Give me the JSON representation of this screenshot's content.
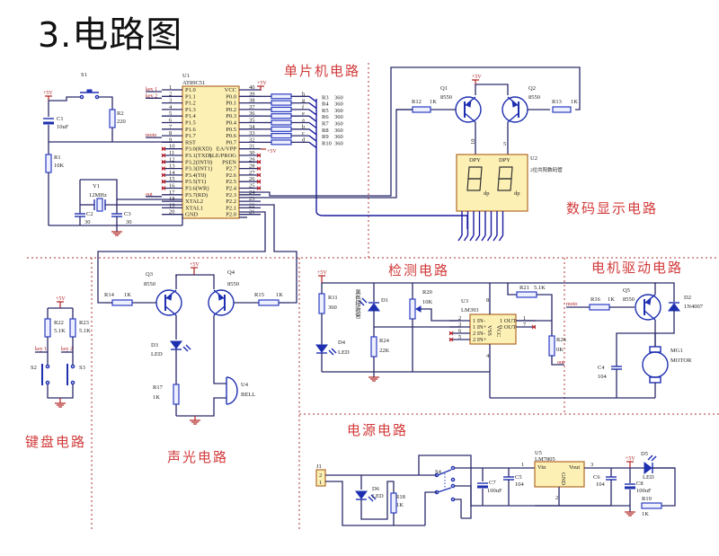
{
  "heading": {
    "number": "3.",
    "title": "电路图"
  },
  "sections": {
    "mcu": "单片机电路",
    "display": "数码显示电路",
    "keyboard": "键盘电路",
    "sound_light": "声光电路",
    "detect": "检测电路",
    "motor": "电机驱动电路",
    "power": "电源电路"
  },
  "colors": {
    "section_label": "#d23a3a",
    "component": "#1e2fb0",
    "chip_fill": "#fdf0b4",
    "boundary": "#b03030"
  },
  "mcu": {
    "ref": "U1",
    "part": "AT89C51",
    "left_pins": [
      {
        "num": "1",
        "name": "P1.0",
        "net": "key 1"
      },
      {
        "num": "2",
        "name": "P1.1",
        "net": "key 2"
      },
      {
        "num": "3",
        "name": "P1.2",
        "net": ""
      },
      {
        "num": "4",
        "name": "P1.3",
        "net": ""
      },
      {
        "num": "5",
        "name": "P1.4",
        "net": ""
      },
      {
        "num": "6",
        "name": "P1.5",
        "net": ""
      },
      {
        "num": "7",
        "name": "P1.6",
        "net": ""
      },
      {
        "num": "8",
        "name": "P1.7",
        "net": "moto"
      },
      {
        "num": "9",
        "name": "RST",
        "net": ""
      },
      {
        "num": "10",
        "name": "P3.0(RXD)",
        "net": ""
      },
      {
        "num": "11",
        "name": "P3.1(TXD)",
        "net": ""
      },
      {
        "num": "12",
        "name": "P3.2(INT0)",
        "net": ""
      },
      {
        "num": "13",
        "name": "P3.3(INT1)",
        "net": ""
      },
      {
        "num": "14",
        "name": "P3.4(T0)",
        "net": ""
      },
      {
        "num": "15",
        "name": "P3.5(T1)",
        "net": ""
      },
      {
        "num": "16",
        "name": "P3.6(WR)",
        "net": ""
      },
      {
        "num": "17",
        "name": "P3.7(RD)",
        "net": "out"
      },
      {
        "num": "18",
        "name": "XTAL2",
        "net": ""
      },
      {
        "num": "19",
        "name": "XTAL1",
        "net": ""
      },
      {
        "num": "20",
        "name": "GND",
        "net": ""
      }
    ],
    "right_pins": [
      {
        "num": "40",
        "name": "VCC"
      },
      {
        "num": "39",
        "name": "P0.0"
      },
      {
        "num": "38",
        "name": "P0.1"
      },
      {
        "num": "37",
        "name": "P0.2"
      },
      {
        "num": "36",
        "name": "P0.3"
      },
      {
        "num": "35",
        "name": "P0.4"
      },
      {
        "num": "34",
        "name": "P0.5"
      },
      {
        "num": "33",
        "name": "P0.6"
      },
      {
        "num": "32",
        "name": "P0.7"
      },
      {
        "num": "31",
        "name": "EA/VPP"
      },
      {
        "num": "30",
        "name": "ALE/PROG"
      },
      {
        "num": "29",
        "name": "PSEN"
      },
      {
        "num": "28",
        "name": "P2.7"
      },
      {
        "num": "27",
        "name": "P2.6"
      },
      {
        "num": "26",
        "name": "P2.5"
      },
      {
        "num": "25",
        "name": "P2.4"
      },
      {
        "num": "24",
        "name": "P2.3"
      },
      {
        "num": "23",
        "name": "P2.2"
      },
      {
        "num": "22",
        "name": "P2.1"
      },
      {
        "num": "21",
        "name": "P2.0"
      }
    ],
    "vcc": "+5V",
    "ea_vcc": "+5V"
  },
  "segment_resistors": [
    {
      "ref": "R3",
      "value": "360",
      "seg": "h"
    },
    {
      "ref": "R4",
      "value": "360",
      "seg": "g"
    },
    {
      "ref": "R5",
      "value": "360",
      "seg": "f"
    },
    {
      "ref": "R6",
      "value": "360",
      "seg": "e"
    },
    {
      "ref": "R7",
      "value": "360",
      "seg": "a"
    },
    {
      "ref": "R8",
      "value": "360",
      "seg": "b"
    },
    {
      "ref": "R9",
      "value": "360",
      "seg": "c"
    },
    {
      "ref": "R10",
      "value": "360",
      "seg": "d"
    }
  ],
  "reset": {
    "vcc": "+5V",
    "switch": "S1",
    "cap": {
      "ref": "C1",
      "value": "10uF"
    },
    "r2": {
      "ref": "R2",
      "value": "220"
    },
    "r1": {
      "ref": "R1",
      "value": "10K"
    }
  },
  "crystal": {
    "ref": "Y1",
    "value": "12MHz",
    "c2": {
      "ref": "C2",
      "value": "30"
    },
    "c3": {
      "ref": "C3",
      "value": "30"
    }
  },
  "display": {
    "vcc": "+5V",
    "q1": {
      "ref": "Q1",
      "part": "8550"
    },
    "q2": {
      "ref": "Q2",
      "part": "8550"
    },
    "r12": {
      "ref": "R12",
      "value": "1K"
    },
    "r13": {
      "ref": "R13",
      "value": "1K"
    },
    "u2": {
      "ref": "U2",
      "desc": "2位共阳数码管"
    },
    "pin_labels": [
      "10",
      "5"
    ],
    "digit_labels": [
      "DPY",
      "DPY"
    ],
    "seg_letters": [
      "a",
      "b",
      "c",
      "d",
      "e",
      "f",
      "g",
      "dp"
    ]
  },
  "keyboard": {
    "vcc": "+5V",
    "r22": {
      "ref": "R22",
      "value": "5.1K"
    },
    "r23": {
      "ref": "R23",
      "value": "5.1K"
    },
    "key1": "key 1",
    "key2": "key 2",
    "s2": "S2",
    "s3": "S3"
  },
  "sound_light": {
    "vcc": "+5V",
    "q3": {
      "ref": "Q3",
      "part": "8550"
    },
    "q4": {
      "ref": "Q4",
      "part": "8550"
    },
    "r14": {
      "ref": "R14",
      "value": "1K"
    },
    "r15": {
      "ref": "R15",
      "value": "1K"
    },
    "d3": {
      "ref": "D3",
      "value": "LED"
    },
    "r17": {
      "ref": "R17",
      "value": "1K"
    },
    "u4": {
      "ref": "U4",
      "value": "BELL"
    }
  },
  "detect": {
    "vcc": "+5V",
    "r11": {
      "ref": "R11",
      "value": "360"
    },
    "d4": {
      "ref": "D4",
      "value": "LED"
    },
    "d1": {
      "ref": "D1",
      "desc": "黑色接收管"
    },
    "r24": {
      "ref": "R24",
      "value": "22K"
    },
    "r20": {
      "ref": "R20",
      "value": "10K"
    },
    "u3": {
      "ref": "U3",
      "part": "LM393",
      "pins_left": [
        {
          "num": "2",
          "name": "1 IN-"
        },
        {
          "num": "3",
          "name": "1 IN+"
        },
        {
          "num": "6",
          "name": "2 IN-"
        },
        {
          "num": "5",
          "name": "2 IN+"
        }
      ],
      "pins_right": [
        {
          "num": "1",
          "name": "1 OUT"
        },
        {
          "num": "7",
          "name": "2 OUT"
        }
      ],
      "vcc_pin": "8",
      "gnd_pin": "4",
      "vcc": "VCC",
      "gnd": "VSS"
    },
    "r21": {
      "ref": "R21",
      "value": "5.1K"
    },
    "r26": {
      "ref": "R26",
      "value": "0K"
    },
    "out": "out"
  },
  "motor": {
    "net": "moto",
    "r16": {
      "ref": "R16",
      "value": "1K"
    },
    "q5": {
      "ref": "Q5",
      "part": "8550"
    },
    "d2": {
      "ref": "D2",
      "value": "1N4007"
    },
    "c4": {
      "ref": "C4",
      "value": "104"
    },
    "mg1": {
      "ref": "MG1",
      "value": "MOTOR"
    }
  },
  "power": {
    "jack": {
      "ref": "J1",
      "pins": [
        "2",
        "1"
      ]
    },
    "d6": {
      "ref": "D6",
      "value": "LED"
    },
    "r18": {
      "ref": "R18",
      "value": "1K"
    },
    "s4": "S4",
    "c7": {
      "ref": "C7",
      "value": "100uF"
    },
    "c5": {
      "ref": "C5",
      "value": "104"
    },
    "u5": {
      "ref": "U5",
      "part": "LM7805",
      "vin": "Vin",
      "vout": "Vout",
      "gnd": "GND",
      "pins": [
        "1",
        "3",
        "2"
      ]
    },
    "c6": {
      "ref": "C6",
      "value": "104"
    },
    "c8": {
      "ref": "C8",
      "value": "100uF"
    },
    "vout": "+5V",
    "d5": {
      "ref": "D5",
      "value": "LED"
    },
    "r19": {
      "ref": "R19",
      "value": "1K"
    }
  }
}
